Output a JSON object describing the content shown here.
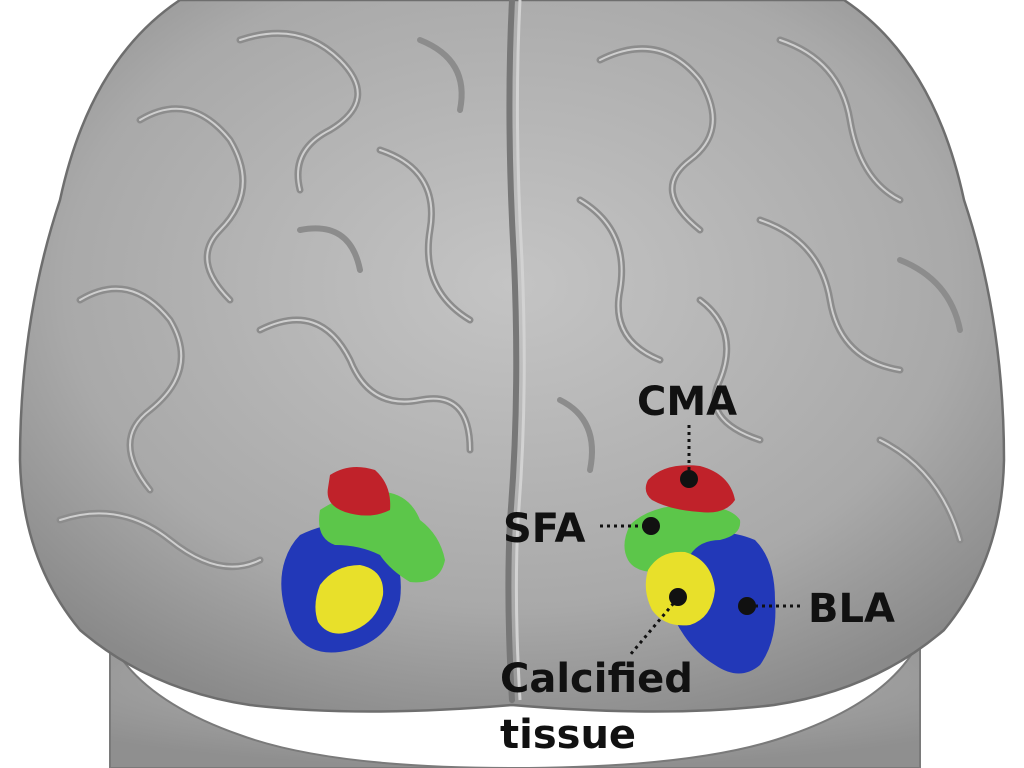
{
  "labels": {
    "cma": "CMA",
    "sfa": "SFA",
    "bla": "BLA",
    "calcified_line1": "Calcified",
    "calcified_line2": "tissue"
  },
  "colors": {
    "background": "#ffffff",
    "brain": "#a9a9a9",
    "brain_highlight": "#c4c4c4",
    "brain_shadow": "#8a8a8a",
    "cma": "#c0222a",
    "sfa": "#5cc64a",
    "bla": "#2238b8",
    "calcified": "#e8e02a",
    "marker": "#111111"
  }
}
